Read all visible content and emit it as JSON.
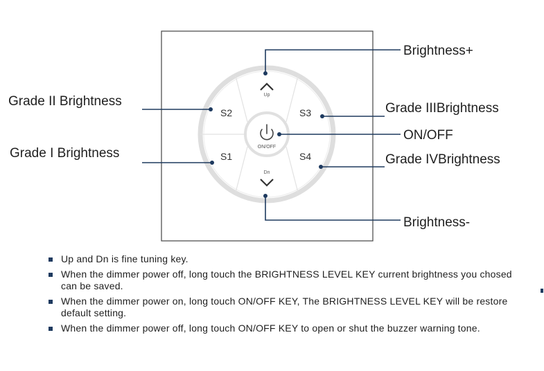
{
  "callouts": {
    "brightness_plus": "Brightness+",
    "grade2": "Grade II Brightness",
    "grade3": "Grade IIIBrightness",
    "on_off": "ON/OFF",
    "grade1": "Grade I Brightness",
    "grade4": "Grade IVBrightness",
    "brightness_minus": "Brightness-"
  },
  "panel": {
    "keys": {
      "s1": "S1",
      "s2": "S2",
      "s3": "S3",
      "s4": "S4"
    },
    "up_label": "Up",
    "dn_label": "Dn",
    "onoff_label": "ON/OFF",
    "icons": {
      "up": "chevron-up-icon",
      "down": "chevron-down-icon",
      "power": "power-icon"
    }
  },
  "notes": [
    "Up and Dn is fine tuning key.",
    "When the dimmer power off, long touch the BRIGHTNESS LEVEL KEY current brightness you chosed can be saved.",
    "When the dimmer power on, long touch ON/OFF KEY, The BRIGHTNESS LEVEL KEY will be restore default setting.",
    "When the dimmer power off, long touch ON/OFF KEY to open or shut the buzzer warning tone."
  ],
  "colors": {
    "leader": "#1e3a5f",
    "panel_border": "#444444",
    "ring": "#dcdcdc"
  }
}
